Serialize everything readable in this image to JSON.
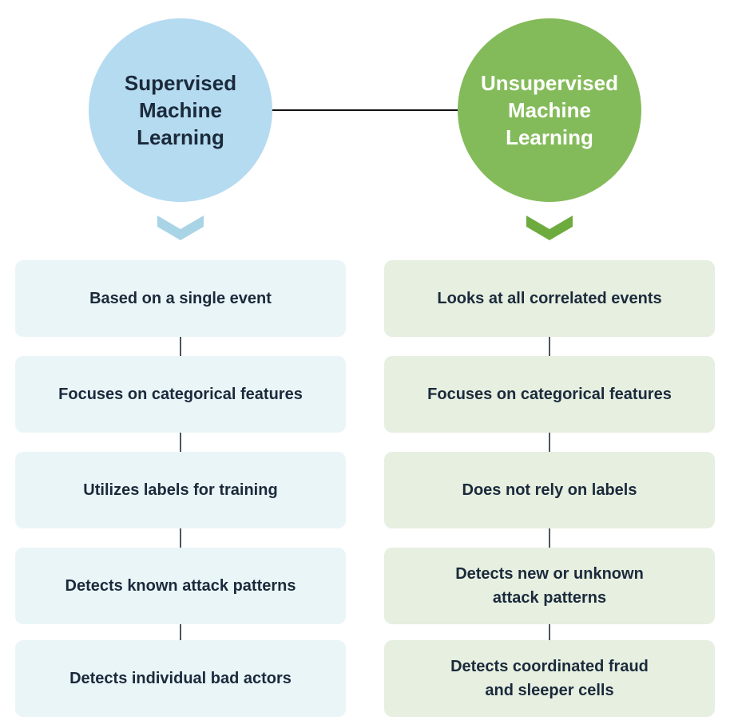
{
  "colors": {
    "left_circle": "#b5dbf0",
    "right_circle": "#84bb5a",
    "left_box": "#eaf5f8",
    "right_box": "#e6efe0",
    "left_chevron": "#a9d4e6",
    "right_chevron": "#6eab3f",
    "text_dark": "#1b2a3b",
    "connector": "#4a5561"
  },
  "left": {
    "title": "Supervised\nMachine\nLearning",
    "items": [
      "Based on a single event",
      "Focuses on categorical features",
      "Utilizes labels for training",
      "Detects known attack patterns",
      "Detects individual bad actors"
    ]
  },
  "right": {
    "title": "Unsupervised\nMachine\nLearning",
    "items": [
      "Looks at all correlated events",
      "Focuses on categorical features",
      "Does not rely on labels",
      "Detects new or unknown\nattack patterns",
      "Detects coordinated fraud\nand sleeper cells"
    ]
  }
}
